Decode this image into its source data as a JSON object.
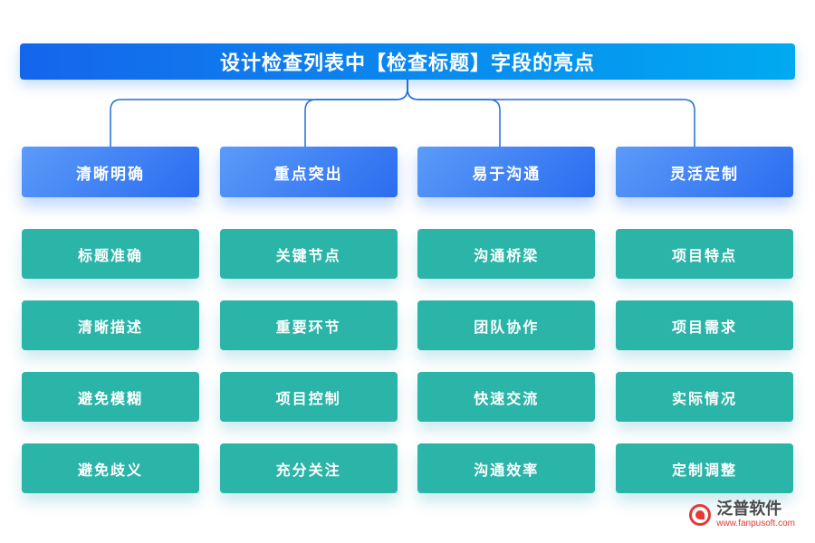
{
  "title": "设计检查列表中【检查标题】字段的亮点",
  "colors": {
    "banner_from": "#1565ec",
    "banner_to": "#00aaf0",
    "header_from": "#5b9bf8",
    "header_to": "#2a6cf0",
    "item_bg": "#2bb5a8",
    "connector": "#1e6fd6"
  },
  "columns": [
    {
      "header": "清晰明确",
      "items": [
        "标题准确",
        "清晰描述",
        "避免模糊",
        "避免歧义"
      ]
    },
    {
      "header": "重点突出",
      "items": [
        "关键节点",
        "重要环节",
        "项目控制",
        "充分关注"
      ]
    },
    {
      "header": "易于沟通",
      "items": [
        "沟通桥梁",
        "团队协作",
        "快速交流",
        "沟通效率"
      ]
    },
    {
      "header": "灵活定制",
      "items": [
        "项目特点",
        "项目需求",
        "实际情况",
        "定制调整"
      ]
    }
  ],
  "footer": {
    "brand": "泛普软件",
    "url": "www.fanpusoft.com"
  }
}
